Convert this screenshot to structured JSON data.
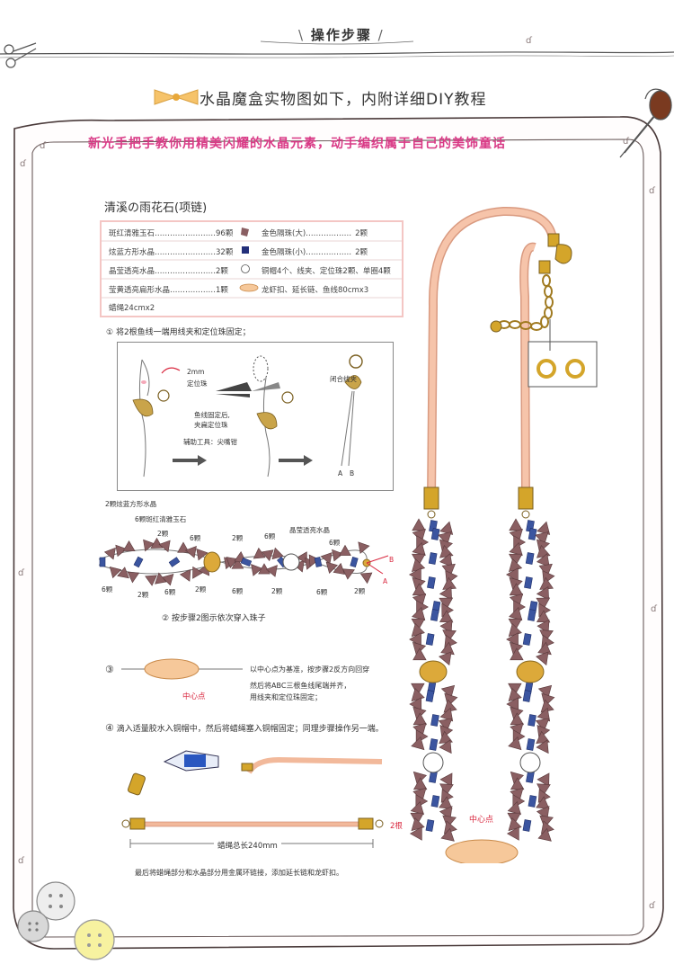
{
  "header": {
    "title": "操作步骤"
  },
  "main_title": "水晶魔盒实物图如下，内附详细DIY教程",
  "subtitle": "新光手把手教你用精美闪耀的水晶元素，动手编织属于自己的美饰童话",
  "product_name": "清溪の雨花石(项链)",
  "materials": [
    {
      "name": "斑红清雅玉石",
      "count": "96颗"
    },
    {
      "name": "金色隔珠(大)",
      "count": "2颗"
    },
    {
      "name": "炫蓝方形水晶",
      "count": "32颗"
    },
    {
      "name": "金色隔珠(小)",
      "count": "2颗"
    },
    {
      "name": "晶莹透亮水晶",
      "count": "2颗"
    },
    {
      "name": "铜帽4个、线夹、定位珠2颗、单圈4颗"
    },
    {
      "name": "莹黄透亮扁形水晶",
      "count": "1颗"
    },
    {
      "name": "龙虾扣、延长链、鱼线80cmx3"
    },
    {
      "name": "蜡绳24cmx2"
    }
  ],
  "steps": {
    "step1": {
      "num": "①",
      "text": "将2根鱼线一端用线夹和定位珠固定；"
    },
    "step1_labels": {
      "size": "2mm",
      "bead": "定位珠",
      "fixed_line1": "鱼线固定后,",
      "fixed_line2": "夹扁定位珠",
      "close": "闭合线夹",
      "tool": "辅助工具：尖嘴钳",
      "a": "A",
      "b": "B"
    },
    "step2_labels": {
      "blue2": "2颗炫蓝方形水晶",
      "red6": "6颗斑红清雅玉石",
      "clear": "晶莹透亮水晶",
      "n2": "2颗",
      "n6": "6颗",
      "a": "A",
      "b": "B"
    },
    "step2": {
      "num": "②",
      "text": "按步骤2图示依次穿入珠子"
    },
    "step3": {
      "num": "③",
      "center": "中心点",
      "line1": "以中心点为基准，按步骤2反方向回穿",
      "line2": "然后将ABC三根鱼线尾端并齐，",
      "line3": "用线夹和定位珠固定；"
    },
    "step4": {
      "num": "④",
      "text": "滴入适量胶水入铜帽中，然后将蜡绳塞入铜帽固定；同理步骤操作另一端。",
      "two": "2根",
      "length": "蜡绳总长240mm",
      "final": "最后将蜡绳部分和水晶部分用金属环链接，添加延长链和龙虾扣。"
    }
  },
  "necklace": {
    "center": "中心点"
  },
  "colors": {
    "pink_border": "#f4c6c4",
    "subtitle": "#d93a86",
    "red_label": "#d9283f",
    "cord": "#f2b99b",
    "gold": "#d4a52a",
    "bead_brown": "#8a5f62",
    "bead_blue": "#3b55a0",
    "center_bead": "#f6c89a"
  }
}
